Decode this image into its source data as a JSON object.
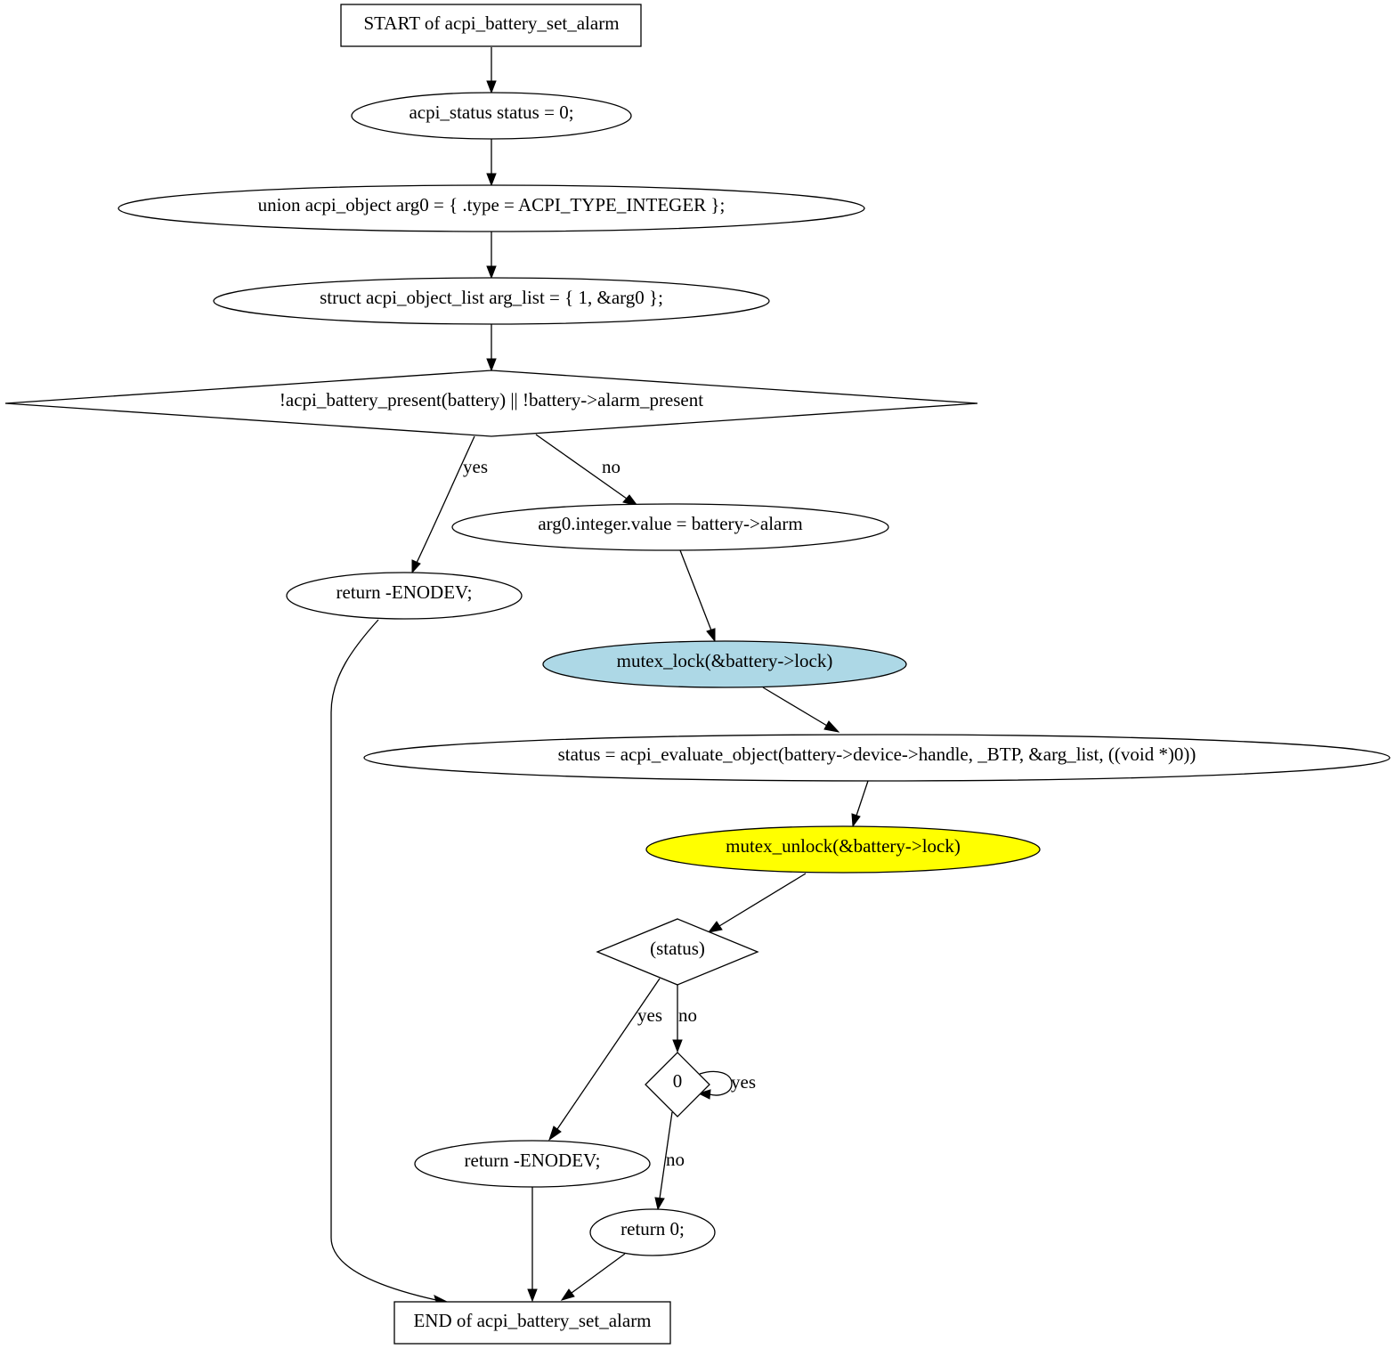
{
  "nodes": {
    "start": {
      "label": "START of acpi_battery_set_alarm",
      "shape": "box",
      "fill": "#ffffff"
    },
    "status_init": {
      "label": "acpi_status status = 0;",
      "shape": "ellipse",
      "fill": "#ffffff"
    },
    "arg0_init": {
      "label": "union acpi_object arg0 = { .type = ACPI_TYPE_INTEGER };",
      "shape": "ellipse",
      "fill": "#ffffff"
    },
    "arglist_init": {
      "label": "struct acpi_object_list arg_list = { 1, &arg0 };",
      "shape": "ellipse",
      "fill": "#ffffff"
    },
    "cond_present": {
      "label": "!acpi_battery_present(battery) || !battery->alarm_present",
      "shape": "diamond",
      "fill": "#ffffff"
    },
    "return_enodev_1": {
      "label": "return -ENODEV;",
      "shape": "ellipse",
      "fill": "#ffffff"
    },
    "arg0_assign": {
      "label": "arg0.integer.value = battery->alarm",
      "shape": "ellipse",
      "fill": "#ffffff"
    },
    "mutex_lock": {
      "label": "mutex_lock(&battery->lock)",
      "shape": "ellipse",
      "fill": "#add8e6"
    },
    "evaluate": {
      "label": "status = acpi_evaluate_object(battery->device->handle, _BTP, &arg_list, ((void *)0))",
      "shape": "ellipse",
      "fill": "#ffffff"
    },
    "mutex_unlock": {
      "label": "mutex_unlock(&battery->lock)",
      "shape": "ellipse",
      "fill": "#ffff00"
    },
    "cond_status": {
      "label": "(status)",
      "shape": "diamond",
      "fill": "#ffffff"
    },
    "cond_zero": {
      "label": "0",
      "shape": "diamond",
      "fill": "#ffffff"
    },
    "return_enodev_2": {
      "label": "return -ENODEV;",
      "shape": "ellipse",
      "fill": "#ffffff"
    },
    "return_zero": {
      "label": "return 0;",
      "shape": "ellipse",
      "fill": "#ffffff"
    },
    "end": {
      "label": "END of acpi_battery_set_alarm",
      "shape": "box",
      "fill": "#ffffff"
    }
  },
  "edge_labels": {
    "present_yes": "yes",
    "present_no": "no",
    "status_yes": "yes",
    "status_no": "no",
    "zero_yes": "yes",
    "zero_no": "no"
  }
}
